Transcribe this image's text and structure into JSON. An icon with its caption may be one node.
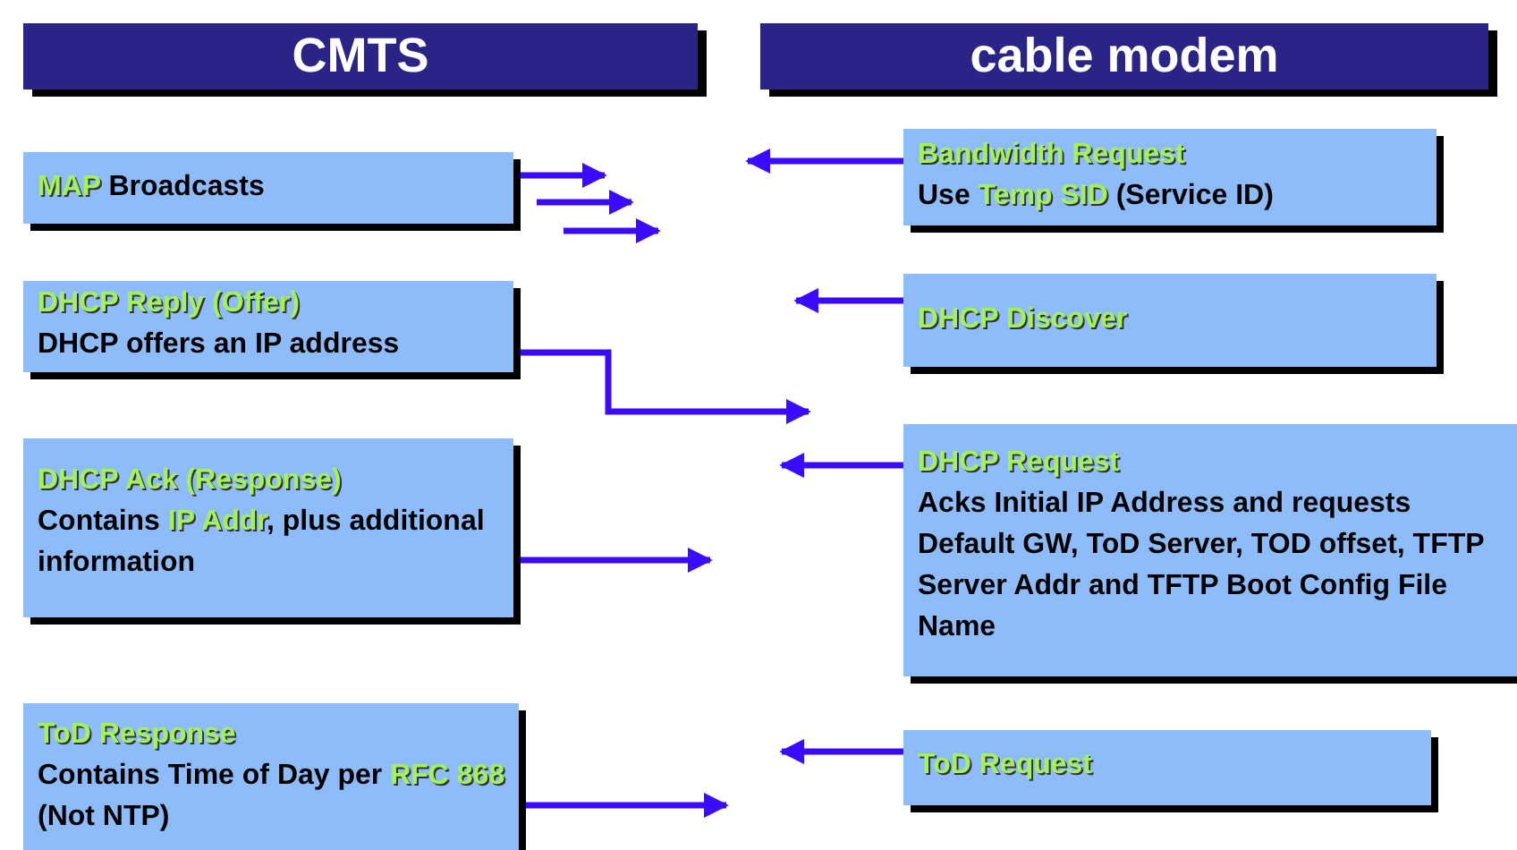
{
  "diagram": {
    "nodes": [
      {
        "text": [
          "CMTS"
        ]
      },
      {
        "text": [
          "cable modem"
        ]
      },
      {
        "text": [
          "**MAP** Broadcasts"
        ]
      },
      {
        "text": [
          "Bandwidth Request",
          "Use **Temp SID** (Service ID)"
        ]
      },
      {
        "text": [
          "DHCP Reply (Offer)",
          "DHCP offers an IP address"
        ]
      },
      {
        "text": [
          "DHCP Discover"
        ]
      },
      {
        "text": [
          "DHCP Ack (Response)",
          "Contains **IP Addr**, plus additional information"
        ]
      },
      {
        "text": [
          "DHCP Request",
          "Acks Initial IP Address and requests Default GW, ToD Server, TOD offset, TFTP Server Addr and TFTP Boot Config File Name"
        ]
      },
      {
        "text": [
          "ToD Response",
          "Contains Time of Day per **RFC 868** (Not NTP)"
        ]
      },
      {
        "text": [
          "ToD Request"
        ]
      }
    ],
    "edges": [
      {
        "from": 2,
        "to": null,
        "arrow": "to"
      },
      {
        "from": 3,
        "to": null,
        "arrow": "to"
      },
      {
        "from": 4,
        "to": null,
        "arrow": "to"
      },
      {
        "from": 5,
        "to": null,
        "arrow": "to"
      },
      {
        "from": 6,
        "to": null,
        "arrow": "to"
      },
      {
        "from": 7,
        "to": null,
        "arrow": "to"
      },
      {
        "from": 8,
        "to": null,
        "arrow": "to"
      },
      {
        "from": 9,
        "to": null,
        "arrow": "to"
      }
    ]
  }
}
